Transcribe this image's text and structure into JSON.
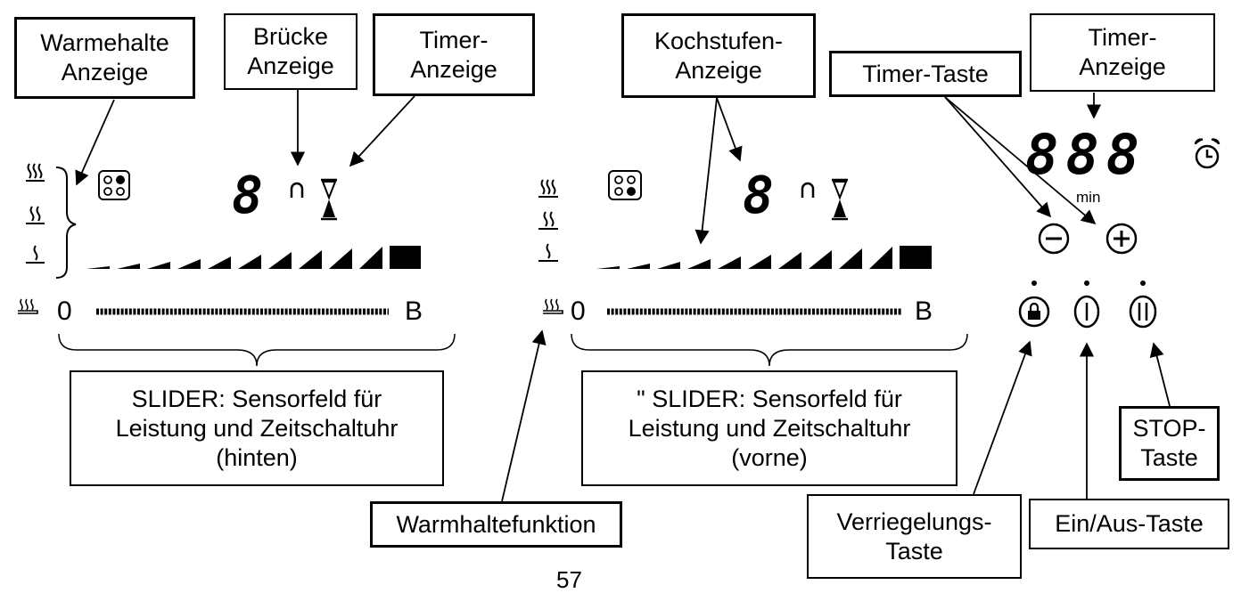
{
  "labels": {
    "warmehalte_anzeige": "Warmehalte\nAnzeige",
    "bruecke_anzeige": "Brücke\nAnzeige",
    "timer_anzeige_left": "Timer-\nAnzeige",
    "kochstufen_anzeige": "Kochstufen-\nAnzeige",
    "timer_taste": "Timer-Taste",
    "timer_anzeige_right": "Timer-\nAnzeige",
    "slider_hinten": "SLIDER: Sensorfeld für\nLeistung und Zeitschaltuhr\n(hinten)",
    "slider_vorne": "\" SLIDER: Sensorfeld für\nLeistung und Zeitschaltuhr\n(vorne)",
    "warmhaltefunktion": "Warmhaltefunktion",
    "verriegelungs_taste": "Verriegelungs-\nTaste",
    "ein_aus_taste": "Ein/Aus-Taste",
    "stop_taste": "STOP-\nTaste"
  },
  "panel": {
    "slider_start": "0",
    "slider_end": "B",
    "digit": "8",
    "timer_digits": "888",
    "min_label": "min",
    "minus_symbol": "−",
    "plus_symbol": "+"
  },
  "page_number": "57"
}
